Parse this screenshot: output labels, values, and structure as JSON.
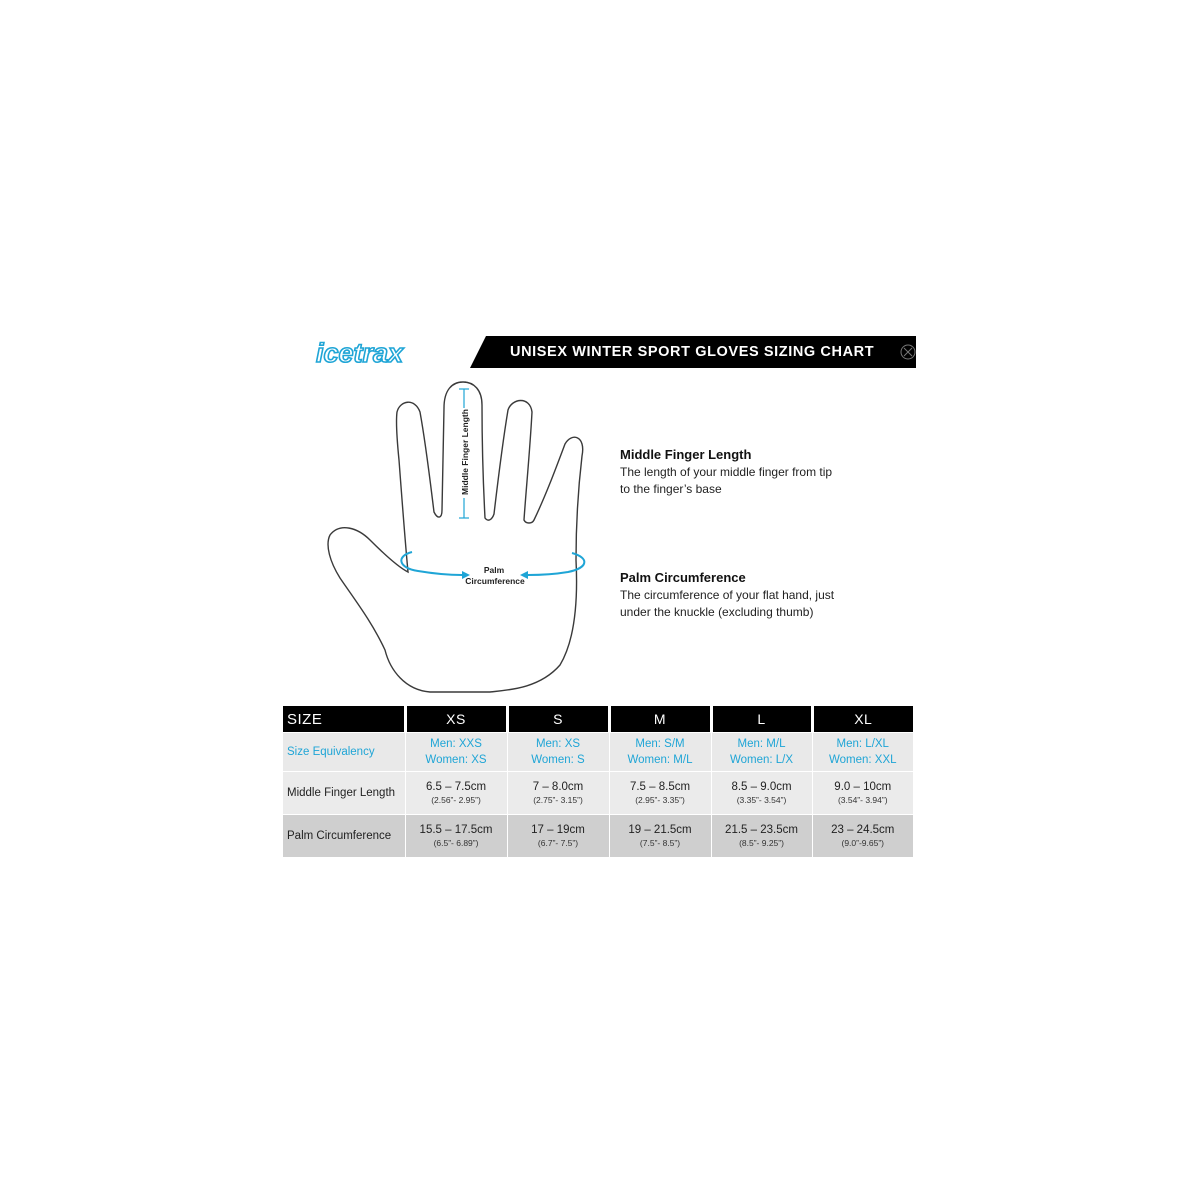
{
  "header": {
    "logo_text": "icetrax",
    "title": "UNISEX WINTER SPORT GLOVES SIZING CHART",
    "brand_color": "#1fa5d6"
  },
  "diagram": {
    "finger_label": "Middle Finger Length",
    "palm_label_line1": "Palm",
    "palm_label_line2": "Circumference"
  },
  "descriptions": {
    "finger": {
      "heading": "Middle Finger Length",
      "line1": "The length of your middle finger from tip",
      "line2": "to the finger’s base"
    },
    "palm": {
      "heading": "Palm Circumference",
      "line1": "The circumference of your flat hand, just",
      "line2": "under the knuckle (excluding thumb)"
    }
  },
  "table": {
    "headers": [
      "SIZE",
      "XS",
      "S",
      "M",
      "L",
      "XL"
    ],
    "equivalency": {
      "label": "Size Equivalency",
      "men": [
        "Men: XXS",
        "Men: XS",
        "Men: S/M",
        "Men: M/L",
        "Men: L/XL"
      ],
      "women": [
        "Women: XS",
        "Women: S",
        "Women: M/L",
        "Women: L/X",
        "Women: XXL"
      ]
    },
    "finger_length": {
      "label": "Middle Finger Length",
      "cm": [
        "6.5 – 7.5cm",
        "7 – 8.0cm",
        "7.5 – 8.5cm",
        "8.5 – 9.0cm",
        "9.0 – 10cm"
      ],
      "inch": [
        "(2.56”- 2.95”)",
        "(2.75”- 3.15”)",
        "(2.95”- 3.35”)",
        "(3.35”- 3.54”)",
        "(3.54”- 3.94”)"
      ]
    },
    "palm_circumference": {
      "label": "Palm Circumference",
      "cm": [
        "15.5 – 17.5cm",
        "17 – 19cm",
        "19 – 21.5cm",
        "21.5 – 23.5cm",
        "23 – 24.5cm"
      ],
      "inch": [
        "(6.5”- 6.89”)",
        "(6.7”- 7.5”)",
        "(7.5”- 8.5”)",
        "(8.5”- 9.25”)",
        "(9.0”-9.65”)"
      ]
    }
  }
}
